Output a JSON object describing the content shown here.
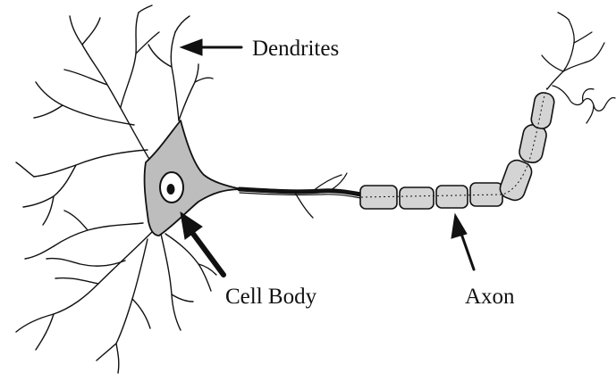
{
  "labels": {
    "dendrites": "Dendrites",
    "cell_body": "Cell Body",
    "axon": "Axon"
  },
  "colors": {
    "ink": "#111111",
    "cell_fill": "#bdbdbd",
    "sheath_fill": "#d4d4d4",
    "background": "#ffffff"
  }
}
